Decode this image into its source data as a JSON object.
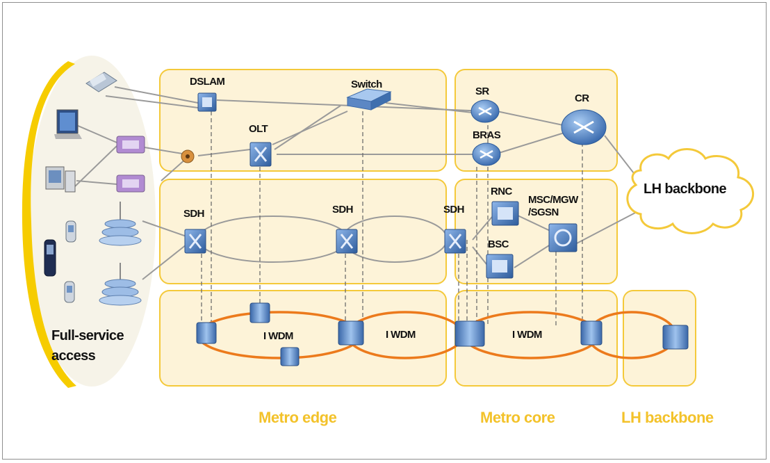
{
  "labels": {
    "dslam": "DSLAM",
    "switch": "Switch",
    "sr": "SR",
    "cr": "CR",
    "olt": "OLT",
    "bras": "BRAS",
    "rnc": "RNC",
    "msc1": "MSC/MGW",
    "msc2": "/SGSN",
    "bsc": "BSC",
    "sdh1": "SDH",
    "sdh2": "SDH",
    "sdh3": "SDH",
    "wdm1": "I WDM",
    "wdm2": "I WDM",
    "wdm3": "I WDM",
    "lh_cloud": "LH backbone",
    "access1": "Full-service",
    "access2": "access"
  },
  "regions": {
    "metro_edge": "Metro edge",
    "metro_core": "Metro core",
    "lh_backbone": "LH backbone"
  },
  "colors": {
    "region_fill": "#fdf3d8",
    "region_border": "#f4c93a",
    "device_blue": "#3f6fae",
    "wdm_ring": "#ec7a1c",
    "access_band": "#f6cc00"
  }
}
